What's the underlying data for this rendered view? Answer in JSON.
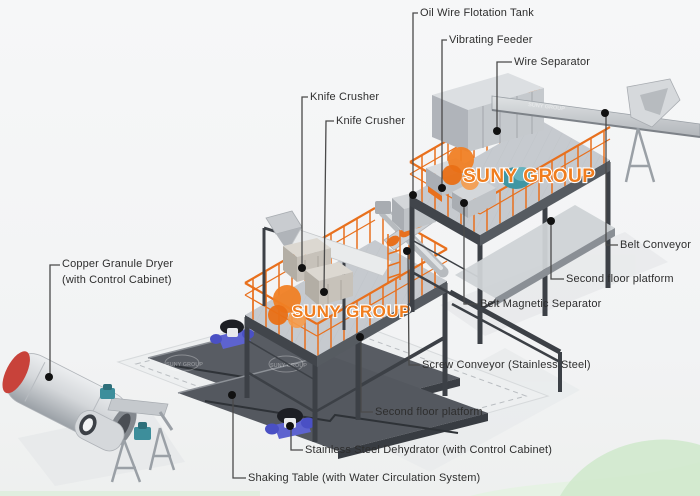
{
  "watermark": {
    "brand": "SUNY GROUP",
    "color": "#f07d1e"
  },
  "colors": {
    "railing_orange": "#e8701d",
    "steel_dark": "#3c4046",
    "steel_gray": "#c9cdd1",
    "machine_tan": "#c7c2ba",
    "table_dark": "#565a61",
    "dehydrator_blue": "#5d63cf",
    "dryer_cap_red": "#c8423a",
    "drum_teal": "#3f96a3",
    "accent_green": "#d9edd7",
    "label_text": "#2e2e2e"
  },
  "labels": [
    {
      "id": "oil-wire-flotation-tank",
      "text": "Oil Wire Flotation Tank"
    },
    {
      "id": "vibrating-feeder",
      "text": "Vibrating Feeder"
    },
    {
      "id": "wire-separator",
      "text": "Wire Separator"
    },
    {
      "id": "knife-crusher-1",
      "text": "Knife Crusher"
    },
    {
      "id": "knife-crusher-2",
      "text": "Knife Crusher"
    },
    {
      "id": "belt-conveyor",
      "text": "Belt Conveyor"
    },
    {
      "id": "second-floor-platform-right",
      "text": "Second floor platform"
    },
    {
      "id": "belt-magnetic-separator",
      "text": "Belt Magnetic Separator"
    },
    {
      "id": "screw-conveyor",
      "text": "Screw Conveyor (Stainless Steel)"
    },
    {
      "id": "second-floor-platform-bottom",
      "text": "Second floor platform"
    },
    {
      "id": "stainless-steel-dehydrator",
      "text": "Stainless Steel Dehydrator (with Control Cabinet)"
    },
    {
      "id": "shaking-table",
      "text": "Shaking Table (with Water Circulation System)"
    },
    {
      "id": "copper-granule-dryer",
      "text": "Copper Granule Dryer",
      "text2": "(with Control Cabinet)"
    }
  ]
}
